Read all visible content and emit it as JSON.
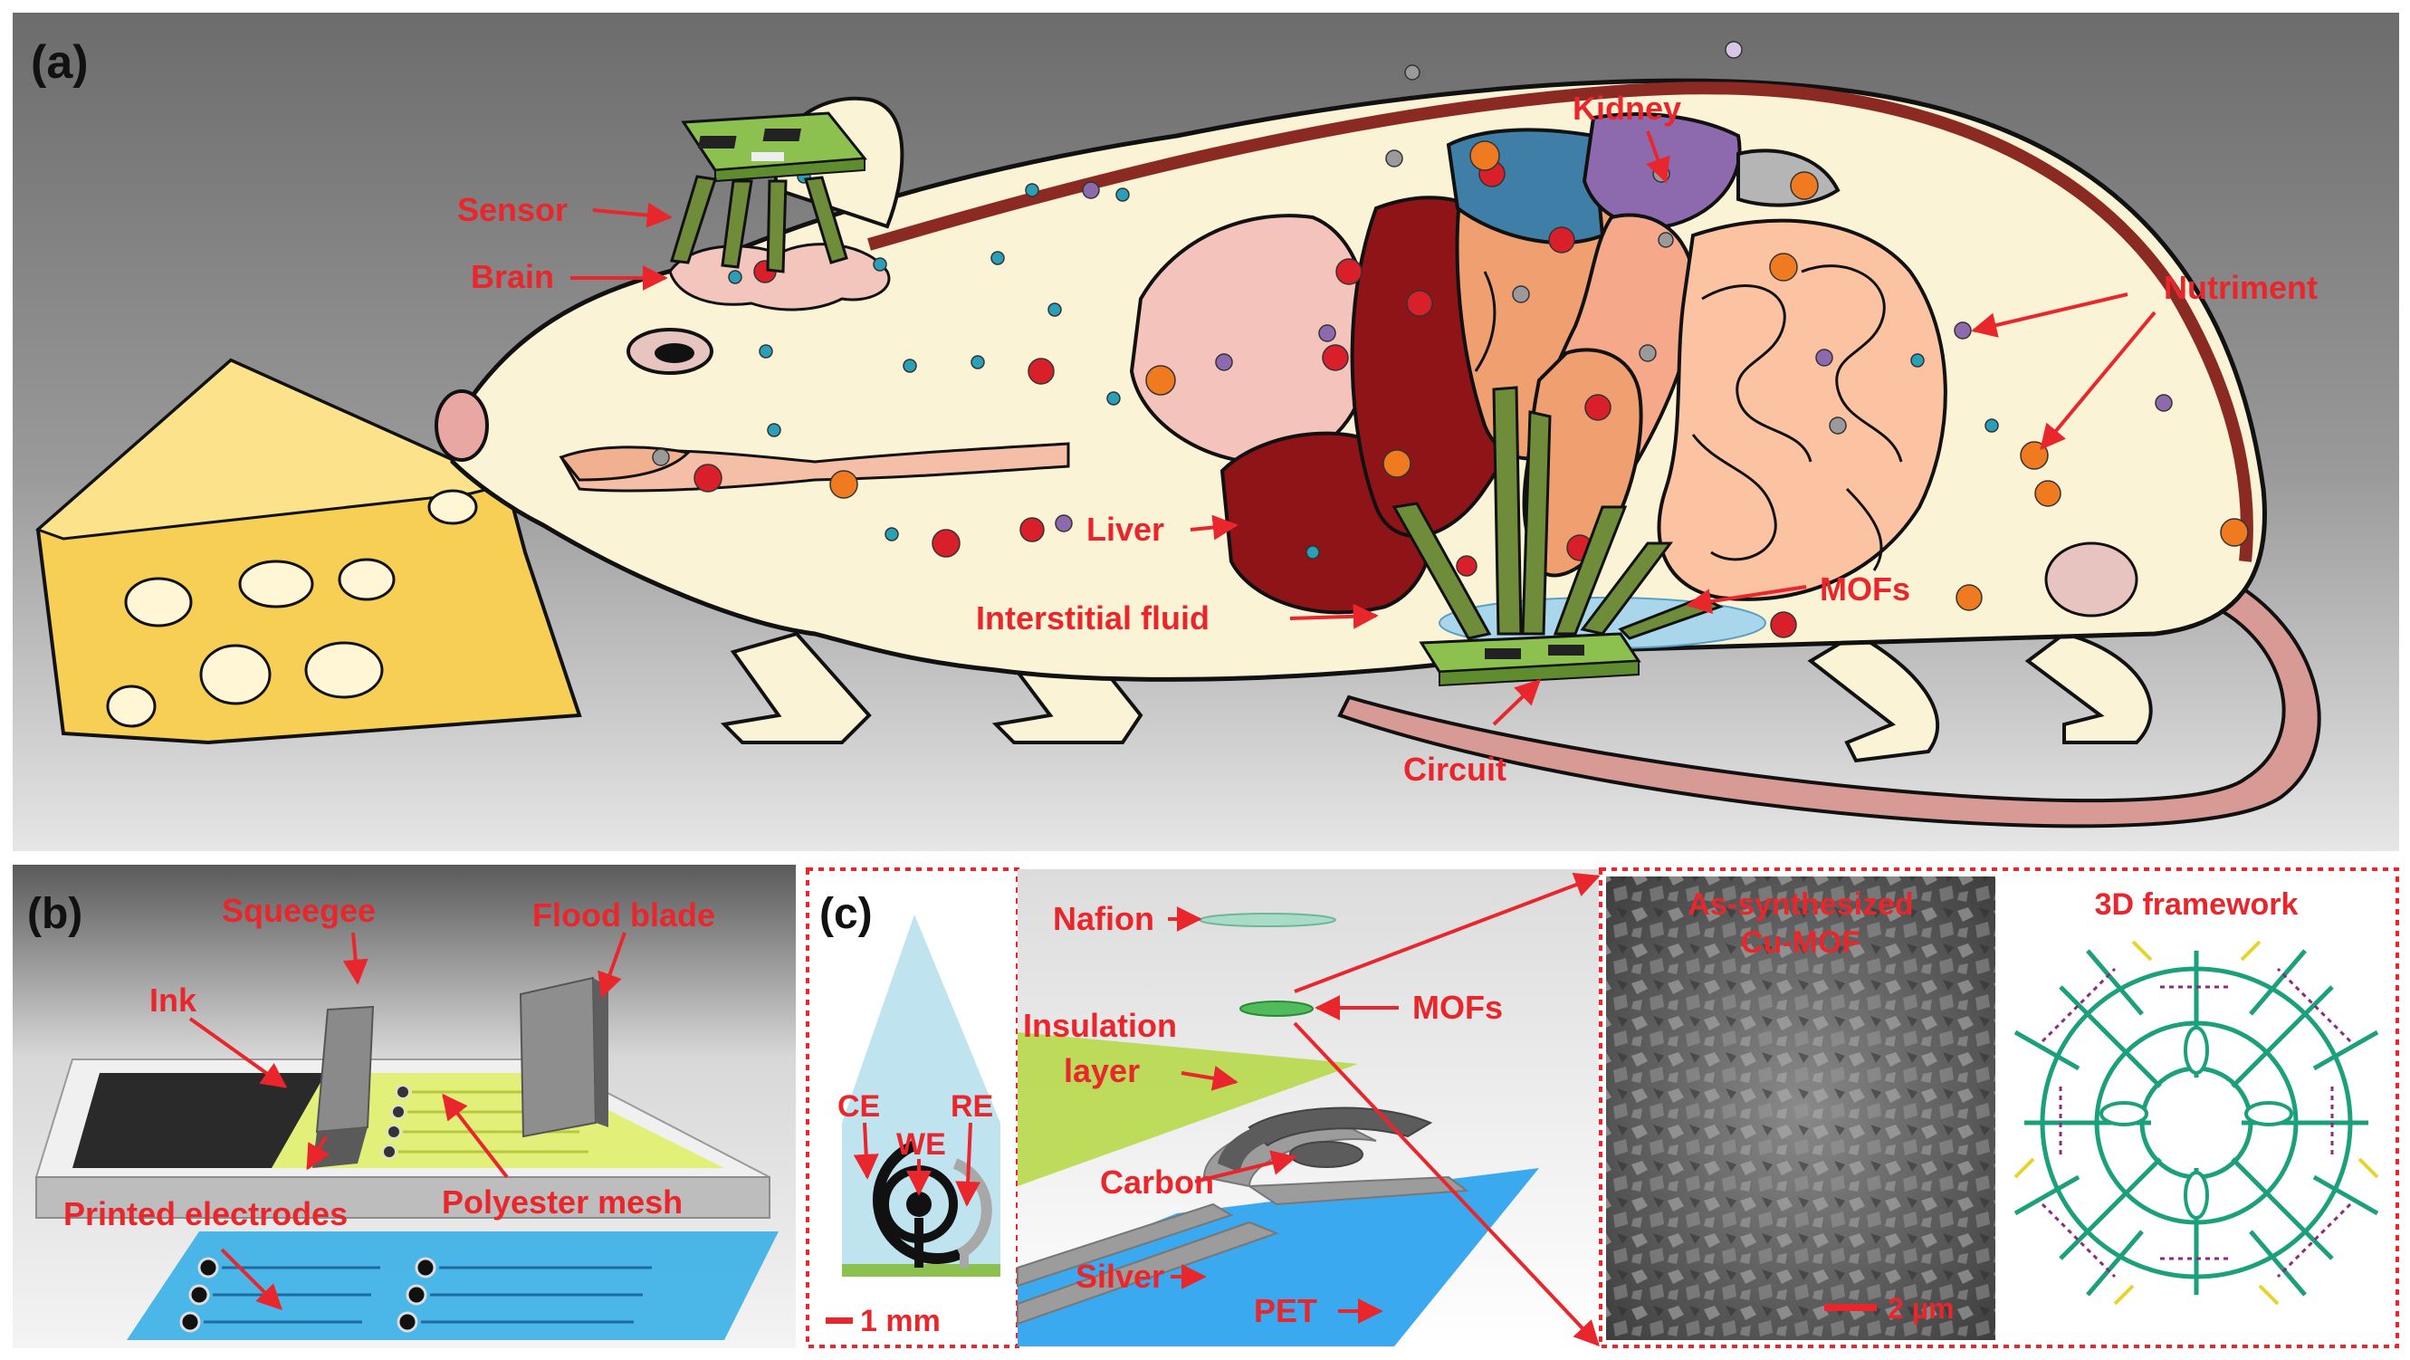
{
  "panel_a": {
    "tag": "(a)",
    "labels": {
      "sensor": "Sensor",
      "brain": "Brain",
      "kidney": "Kidney",
      "nutriment": "Nutriment",
      "liver": "Liver",
      "interstitial_fluid": "Interstitial fluid",
      "mofs": "MOFs",
      "circuit": "Circuit"
    }
  },
  "panel_b": {
    "tag": "(b)",
    "labels": {
      "squeegee": "Squeegee",
      "flood_blade": "Flood blade",
      "ink": "Ink",
      "printed_electrodes": "Printed electrodes",
      "polyester_mesh": "Polyester mesh"
    }
  },
  "panel_c": {
    "tag": "(c)",
    "electrode_labels": {
      "ce": "CE",
      "we": "WE",
      "re": "RE"
    },
    "scale_bar_1": "1 mm",
    "layers": {
      "nafion": "Nafion",
      "mofs": "MOFs",
      "insulation_line1": "Insulation",
      "insulation_line2": "layer",
      "carbon": "Carbon",
      "silver": "Silver",
      "pet": "PET"
    },
    "sem_title_line1": "As-synthesized",
    "sem_title_line2": "Cu-MOF",
    "scale_bar_2": "2 µm",
    "framework_title": "3D framework"
  },
  "colors": {
    "label_red": "#e8262b",
    "body_cream": "#fbf3d6",
    "liver": "#8e1418",
    "cheese": "#f7cf55",
    "sensor_green": "#6f8c3a",
    "spine": "#8a2a22",
    "kidney": "#8d6aae"
  }
}
